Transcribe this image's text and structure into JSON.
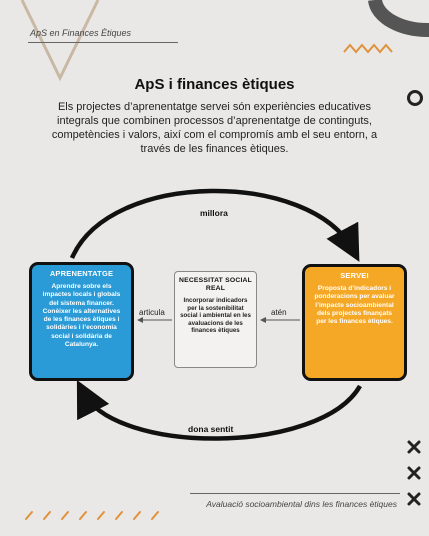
{
  "header": {
    "text": "ApS en Finances Ètiques"
  },
  "title": "ApS i finances ètiques",
  "intro": "Els projectes d’aprenentatge servei són experiències educatives integrals que combinen processos d’aprenentatge de continguts, competències i valors, així com el compromís amb el seu entorn, a través de les finances ètiques.",
  "diagram": {
    "left": {
      "title": "APRENENTATGE",
      "body": "Aprendre sobre els impactes locals i globals del sistema financer. Conèixer les alternatives de les finances ètiques i solidàries i l’economia social i solidària de Catalunya."
    },
    "center": {
      "title": "NECESSITAT SOCIAL REAL",
      "body": "Incorporar indicadors per la sostenibilitat social i ambiental en les avaluacions de les finances ètiques"
    },
    "right": {
      "title": "SERVEI",
      "body": "Proposta d’indicadors i ponderacions per avaluar l’impacte socioambiental dels projectes finançats per les finances ètiques."
    },
    "top_arrow": "millora",
    "bottom_arrow": "dona sentit",
    "left_arrow": "articula",
    "right_arrow": "atén"
  },
  "footer": {
    "text": "Avaluació socioambiental dins les finances ètiques"
  },
  "colors": {
    "background": "#e9e8e6",
    "aprenentatge": "#2a9bd6",
    "servei": "#f5a826",
    "decor_orange": "#e0913a"
  }
}
